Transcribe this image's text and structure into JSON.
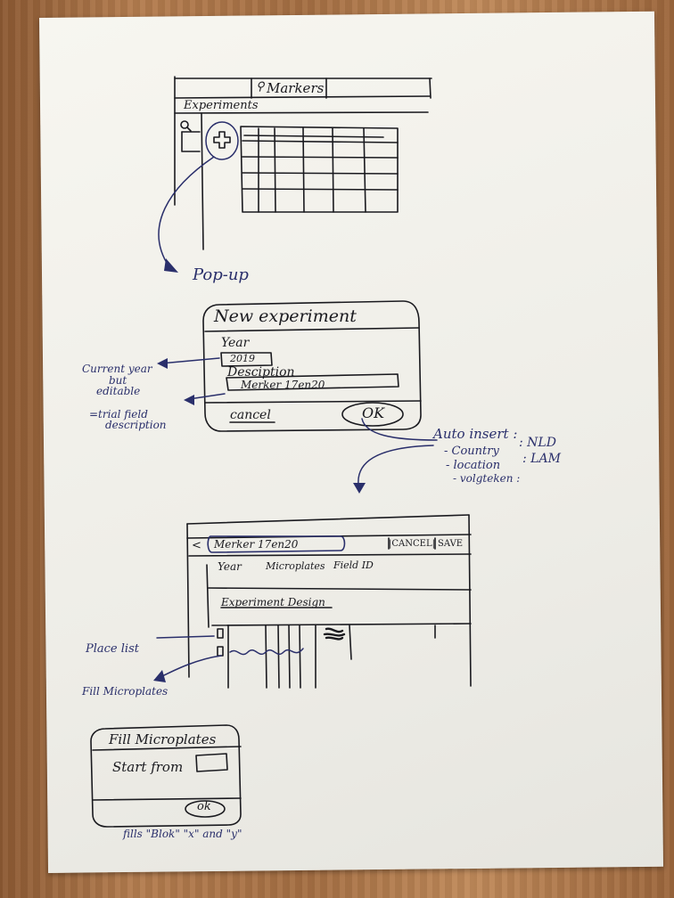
{
  "sketch1": {
    "tab_label": "Markers",
    "section_label": "Experiments",
    "annotation": "Pop-up"
  },
  "sketch2": {
    "title": "New experiment",
    "year_label": "Year",
    "year_value": "2019",
    "description_label": "Desciption",
    "description_value": "Merker 17en20",
    "cancel_label": "cancel",
    "ok_label": "OK",
    "note_year_1": "Current year",
    "note_year_2": "but",
    "note_year_3": "editable",
    "note_desc_1": "=trial field",
    "note_desc_2": "description",
    "auto_insert": {
      "title": "Auto insert :",
      "line1_key": "- Country",
      "line1_val": ": NLD",
      "line2_key": "- location",
      "line2_val": ": LAM",
      "line3_key": "- volgteken :"
    }
  },
  "sketch3": {
    "back_glyph": "<",
    "title_value": "Merker 17en20",
    "cancel_label": "|CANCEL|",
    "save_label": "SAVE",
    "col_year": "Year",
    "col_microplates": "Microplates",
    "col_field_id": "Field ID",
    "design_label": "Experiment Design",
    "note_place": "Place list",
    "note_fill": "Fill Microplates"
  },
  "sketch4": {
    "title": "Fill Microplates",
    "start_label": "Start from",
    "ok_label": "ok",
    "note": "fills  \"Blok\" \"x\" and \"y\""
  }
}
